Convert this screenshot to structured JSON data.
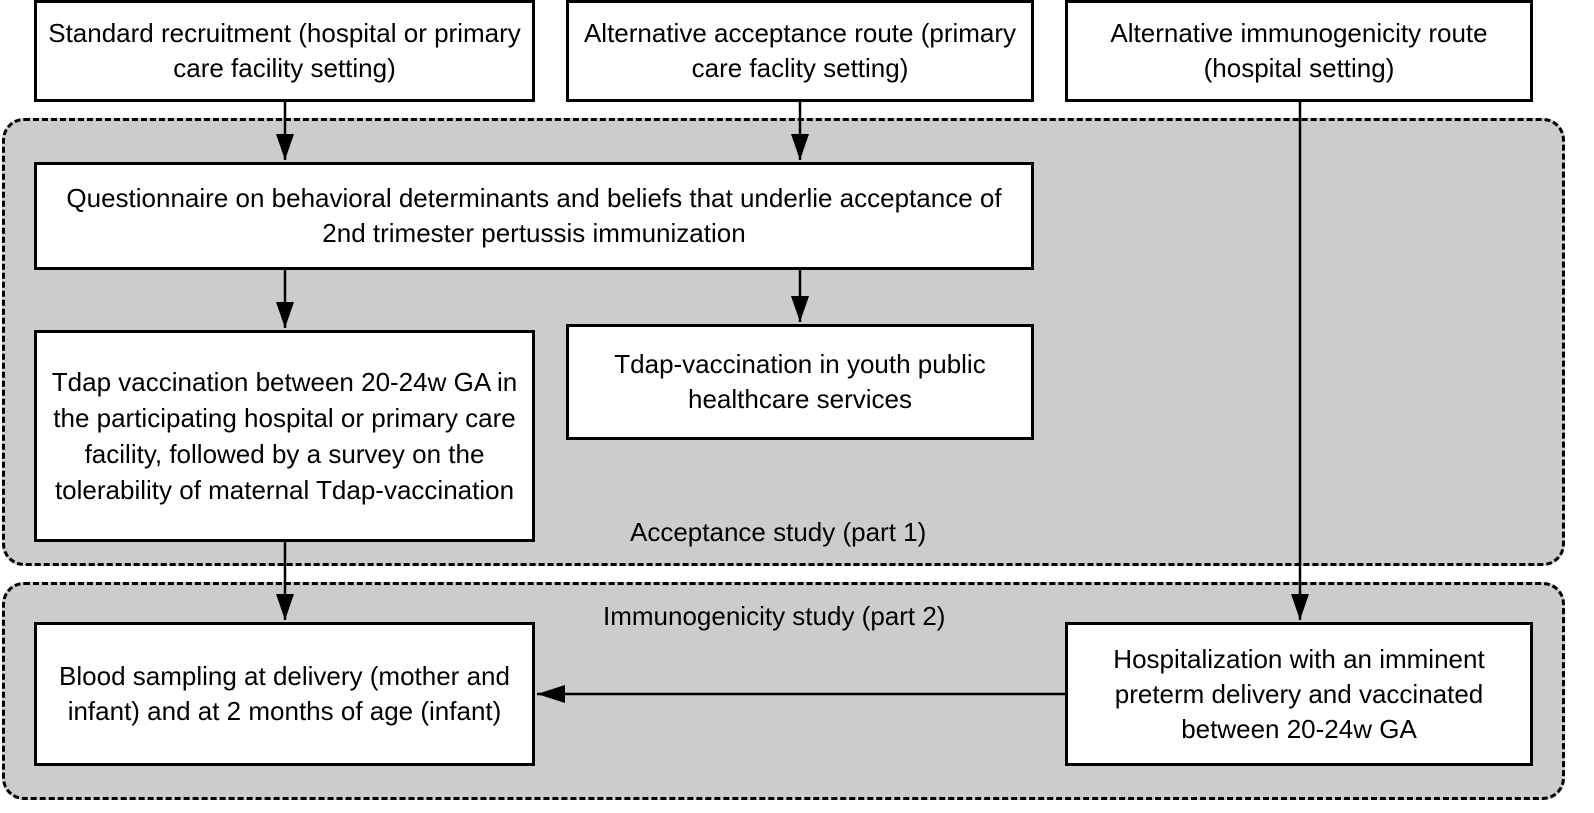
{
  "regions": {
    "acceptance_label": "Acceptance study (part 1)",
    "immunogenicity_label": "Immunogenicity study (part 2)"
  },
  "boxes": {
    "standard_recruitment": "Standard recruitment (hospital or primary care facility setting)",
    "alternative_acceptance": "Alternative acceptance route (primary care faclity setting)",
    "alternative_immunogenicity": "Alternative immunogenicity route (hospital setting)",
    "questionnaire": "Questionnaire on behavioral determinants and beliefs that underlie acceptance of 2nd trimester pertussis immunization",
    "tdap_hospital": "Tdap vaccination between 20-24w GA in the participating hospital or primary care facility, followed by a survey on the tolerability of maternal Tdap-vaccination",
    "tdap_youth": "Tdap-vaccination in youth public healthcare services",
    "blood_sampling": "Blood sampling at delivery (mother and infant) and at 2 months of age (infant)",
    "hospitalization": "Hospitalization with an imminent preterm delivery and vaccinated between 20-24w GA"
  }
}
